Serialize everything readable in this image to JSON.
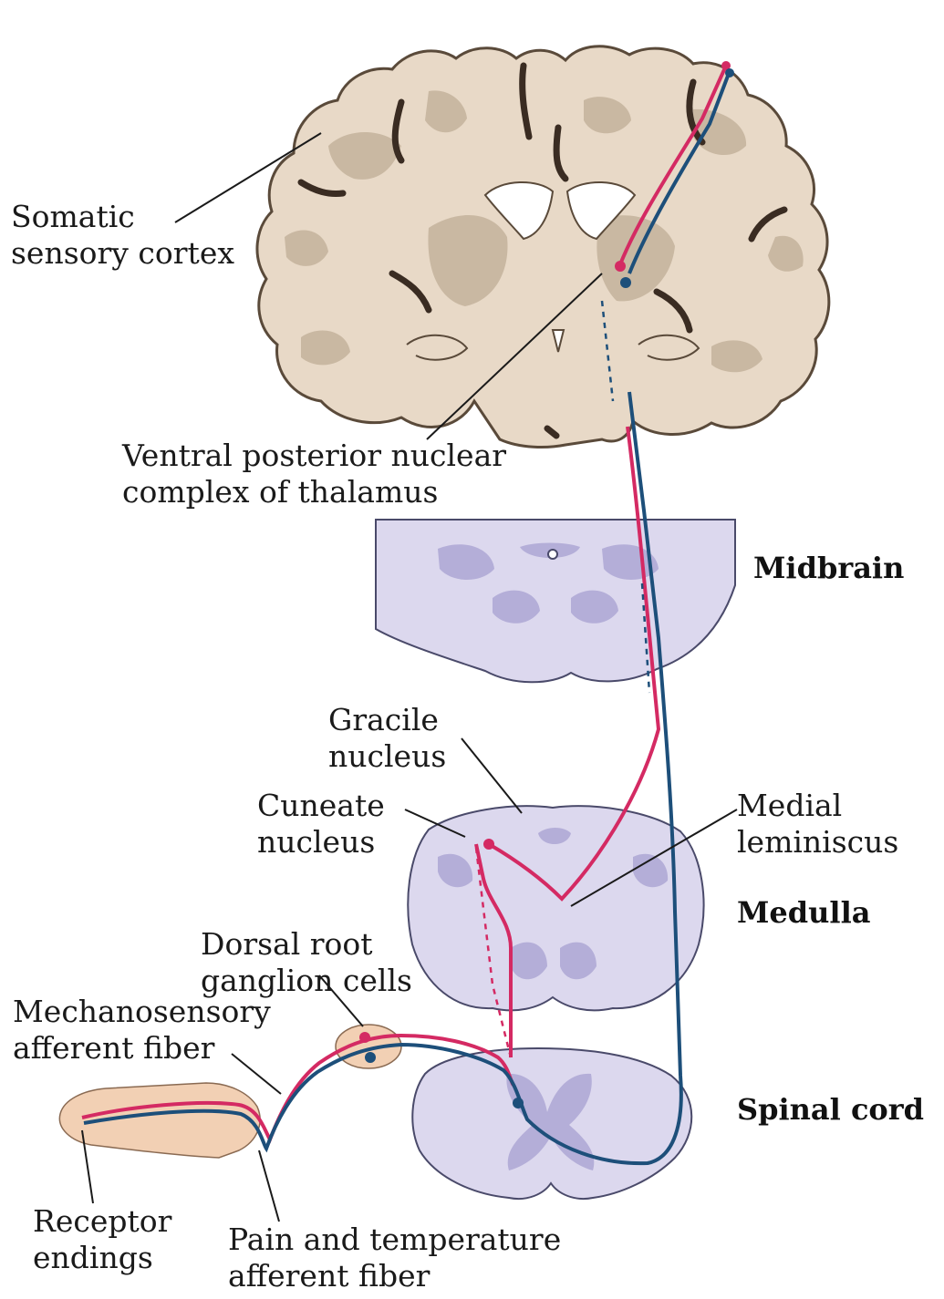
{
  "labels": {
    "somatic_cortex": [
      "Somatic",
      "sensory cortex"
    ],
    "vpn": [
      "Ventral posterior nuclear",
      "complex of thalamus"
    ],
    "gracile": [
      "Gracile",
      "nucleus"
    ],
    "cuneate": [
      "Cuneate",
      "nucleus"
    ],
    "medial_lemniscus": [
      "Medial",
      "leminiscus"
    ],
    "drg": [
      "Dorsal root",
      "ganglion cells"
    ],
    "mechano": [
      "Mechanosensory",
      "afferent fiber"
    ],
    "receptor": [
      "Receptor",
      "endings"
    ],
    "pain": [
      "Pain and temperature",
      "afferent fiber"
    ]
  },
  "levels": {
    "midbrain": "Midbrain",
    "medulla": "Medulla",
    "spinal_cord": "Spinal cord"
  },
  "colors": {
    "brain_fill": "#e8d9c7",
    "brain_edge": "#5a4a3a",
    "gray_matter": "#c9b8a2",
    "section_fill": "#dcd8ee",
    "section_edge": "#4a4a6a",
    "section_dark": "#b4aed8",
    "mechano_pathway": "#d42a63",
    "pain_pathway": "#1d4f7a",
    "skin": "#f2d0b4"
  }
}
